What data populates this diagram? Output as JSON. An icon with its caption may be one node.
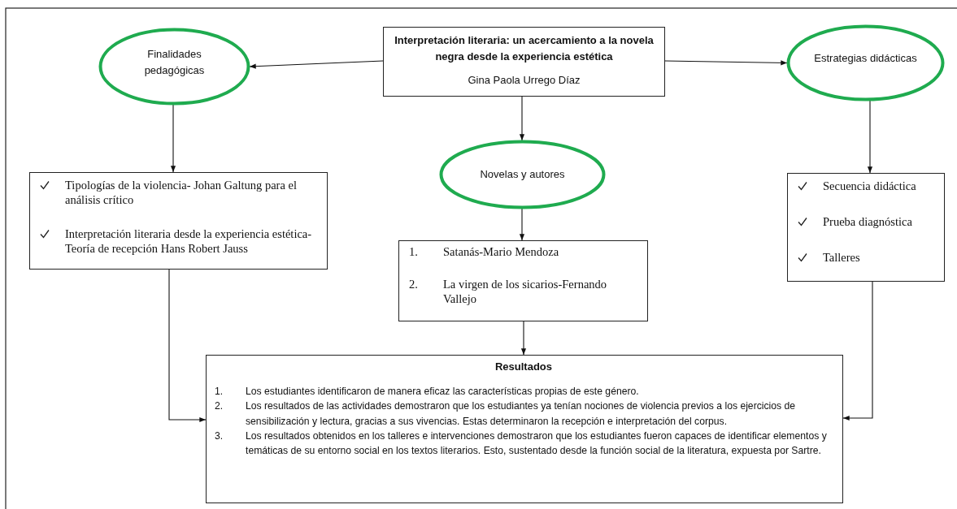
{
  "diagram": {
    "nodes": [
      {
        "text": [
          "Interpretación literaria: un acercamiento a la novela negra desde la experiencia estética",
          "Gina Paola Urrego Díaz"
        ]
      },
      {
        "text": [
          "Finalidades pedagógicas"
        ]
      },
      {
        "text": [
          "Estrategias didácticas"
        ]
      },
      {
        "text": [
          "Novelas y autores"
        ]
      },
      {
        "text": [
          "Tipologías de la violencia- Johan Galtung para el análisis crítico",
          "Interpretación literaria desde la experiencia estética-Teoría de recepción Hans Robert Jauss"
        ]
      },
      {
        "text": [
          "1.",
          "Satanás-Mario Mendoza",
          "2.",
          "La virgen de los sicarios-Fernando Vallejo"
        ]
      },
      {
        "text": [
          "Secuencia didáctica",
          "Prueba diagnóstica",
          "Talleres"
        ]
      },
      {
        "text": [
          "Resultados",
          "1.",
          "Los estudiantes identificaron de manera eficaz las características propias de este género.",
          "2.",
          "Los resultados de las actividades demostraron que los estudiantes ya tenían nociones de violencia previos a los ejercicios de sensibilización y lectura, gracias a sus vivencias. Estas determinaron la recepción e interpretación del corpus.",
          "3.",
          "Los resultados obtenidos en los talleres e intervenciones demostraron que los estudiantes fueron capaces de identificar elementos y temáticas de su entorno social en los textos literarios. Esto, sustentado desde la función social de la literatura, expuesta por Sartre."
        ]
      }
    ],
    "edges": [
      {
        "from": 0,
        "to": 1,
        "arrow": "to"
      },
      {
        "from": 0,
        "to": 2,
        "arrow": "to"
      },
      {
        "from": 0,
        "to": 3,
        "arrow": "to"
      },
      {
        "from": 1,
        "to": 4,
        "arrow": "to"
      },
      {
        "from": 2,
        "to": 6,
        "arrow": "to"
      },
      {
        "from": 3,
        "to": 5,
        "arrow": "to"
      },
      {
        "from": 4,
        "to": 7,
        "arrow": "to"
      },
      {
        "from": 5,
        "to": 7,
        "arrow": "to"
      },
      {
        "from": 6,
        "to": 7,
        "arrow": "to"
      }
    ]
  }
}
